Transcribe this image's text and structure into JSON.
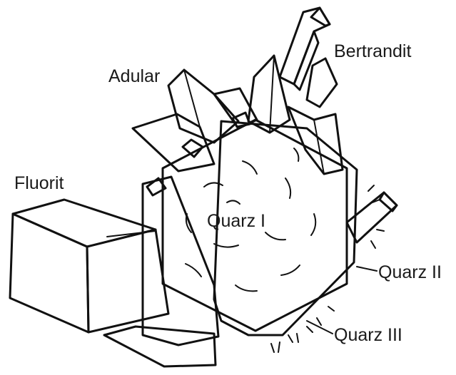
{
  "labels": {
    "bertrandit": "Bertrandit",
    "adular": "Adular",
    "fluorit": "Fluorit",
    "quarz_1": "Quarz I",
    "quarz_2": "Quarz II",
    "quarz_3": "Quarz III"
  },
  "colors": {
    "fluorite_green": "#4faa6a",
    "fluorite_green_light": "#64bd7f",
    "adularia_cream": "#f6e0a6",
    "bertrandite_gray": "#c7c9cb",
    "quartz_brown": "#b8927c",
    "quartz_overgrowth": "#ececec",
    "outline": "#111111"
  }
}
